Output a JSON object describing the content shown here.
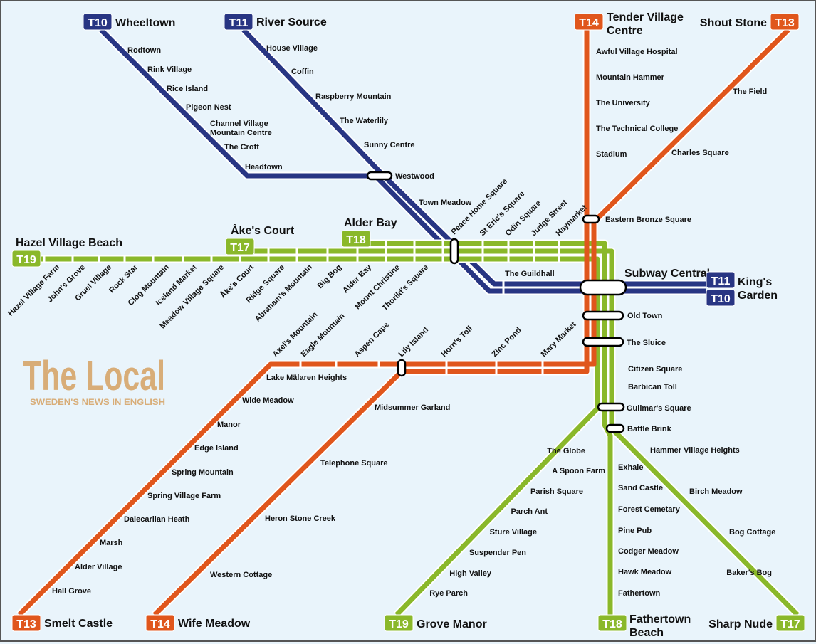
{
  "colors": {
    "T10": "#283583",
    "T11": "#283583",
    "T13": "#e0561c",
    "T14": "#e0561c",
    "T17": "#8ab82a",
    "T18": "#8ab82a",
    "T19": "#8ab82a",
    "logo": "#d8ad78",
    "background": "#e9f4fb"
  },
  "logo": {
    "name": "The Local",
    "tagline": "SWEDEN'S NEWS IN ENGLISH"
  },
  "hub": {
    "name": "Subway Central"
  },
  "terminals": [
    {
      "badges": [
        "T10"
      ],
      "name": "Wheeltown"
    },
    {
      "badges": [
        "T11"
      ],
      "name": "River Source"
    },
    {
      "badges": [
        "T14"
      ],
      "name": "Tender Village\nCentre"
    },
    {
      "badges": [
        "T13"
      ],
      "name": "Shout Stone"
    },
    {
      "badges": [
        "T19"
      ],
      "name": "Hazel Village Beach"
    },
    {
      "badges": [
        "T17"
      ],
      "name": "Åke's Court"
    },
    {
      "badges": [
        "T18"
      ],
      "name": "Alder Bay"
    },
    {
      "badges": [
        "T11",
        "T10"
      ],
      "name": "King's\nGarden"
    },
    {
      "badges": [
        "T13"
      ],
      "name": "Smelt Castle"
    },
    {
      "badges": [
        "T14"
      ],
      "name": "Wife Meadow"
    },
    {
      "badges": [
        "T19"
      ],
      "name": "Grove Manor"
    },
    {
      "badges": [
        "T18"
      ],
      "name": "Fathertown\nBeach"
    },
    {
      "badges": [
        "T17"
      ],
      "name": "Sharp Nude"
    }
  ],
  "segments": [
    {
      "id": "t10-north",
      "stations": [
        "Rodtown",
        "Rink Village",
        "Rice Island",
        "Pigeon Nest",
        "Channel Village\nMountain Centre",
        "The Croft",
        "Headtown"
      ]
    },
    {
      "id": "t11-north",
      "stations": [
        "House Village",
        "Coffin",
        "Raspberry Mountain",
        "The Waterlily",
        "Sunny Centre",
        "Westwood",
        "Town Meadow"
      ]
    },
    {
      "id": "blue-shared",
      "stations": [
        "Peace Home Square",
        "The Guildhall"
      ]
    },
    {
      "id": "green-east",
      "stations": [
        "St Eric's Square",
        "Odin Square",
        "Judge Street",
        "Haymarket"
      ]
    },
    {
      "id": "green-west",
      "stations": [
        "Hazel Village Farm",
        "John's Grove",
        "Gruel Village",
        "Rock Star",
        "Clog Mountain",
        "Iceland Market",
        "Meadow Village Square",
        "Åke's Court",
        "Ridge Square",
        "Abraham's Mountain",
        "Big Bog",
        "Alder Bay",
        "Mount Christine",
        "Thorild's Square"
      ]
    },
    {
      "id": "t14-north",
      "stations": [
        "Awful Village Hospital",
        "Mountain Hammer",
        "The University",
        "The Technical College",
        "Stadium"
      ]
    },
    {
      "id": "t13-north",
      "stations": [
        "The Field",
        "Charles Square",
        "Eastern Bronze Square"
      ]
    },
    {
      "id": "central-south",
      "stations": [
        "Old Town",
        "The Sluice",
        "Citizen Square",
        "Barbican Toll",
        "Gullmar's Square",
        "Baffle Brink"
      ]
    },
    {
      "id": "orange-west",
      "stations": [
        "Axel's Mountain",
        "Eagle Mountain",
        "Aspen Cape",
        "Lily Island",
        "Horn's Toll",
        "Zinc Pond",
        "Mary Market"
      ]
    },
    {
      "id": "t13-south",
      "stations": [
        "Lake Mälaren Heights",
        "Wide Meadow",
        "Manor",
        "Edge Island",
        "Spring Mountain",
        "Spring Village Farm",
        "Dalecarlian Heath",
        "Marsh",
        "Alder Village",
        "Hall Grove"
      ]
    },
    {
      "id": "t14-south",
      "stations": [
        "Midsummer Garland",
        "Telephone Square",
        "Heron Stone Creek",
        "Western Cottage"
      ]
    },
    {
      "id": "t19-south",
      "stations": [
        "The Globe",
        "A Spoon Farm",
        "Parish Square",
        "Parch Ant",
        "Sture Village",
        "Suspender Pen",
        "High Valley",
        "Rye Parch"
      ]
    },
    {
      "id": "t18-south",
      "stations": [
        "Exhale",
        "Sand Castle",
        "Forest Cemetary",
        "Pine Pub",
        "Codger Meadow",
        "Hawk Meadow",
        "Fathertown"
      ]
    },
    {
      "id": "t17-south",
      "stations": [
        "Hammer Village Heights",
        "Birch Meadow",
        "Bog Cottage",
        "Baker's Bog"
      ]
    }
  ]
}
